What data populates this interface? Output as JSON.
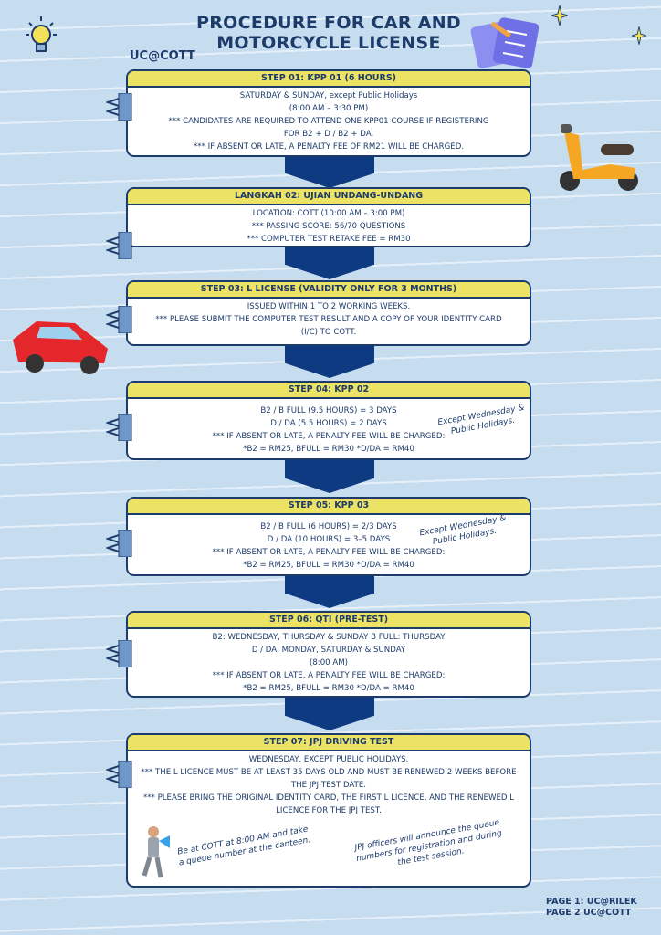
{
  "header": {
    "title": "PROCEDURE FOR CAR AND MOTORCYCLE LICENSE",
    "brand": "UC@COTT"
  },
  "steps": [
    {
      "title": "STEP 01: KPP 01 (6 HOURS)",
      "lines": [
        "SATURDAY & SUNDAY, except Public Holidays",
        "(8:00 AM – 3:30 PM)",
        "*** CANDIDATES ARE REQUIRED TO ATTEND ONE KPP01 COURSE IF REGISTERING",
        "FOR B2 + D / B2 + DA.",
        "*** IF ABSENT OR LATE, A PENALTY FEE OF RM21 WILL BE CHARGED."
      ]
    },
    {
      "title": "LANGKAH 02: UJIAN UNDANG-UNDANG",
      "lines": [
        "LOCATION: COTT (10:00 AM – 3:00 PM)",
        "*** PASSING SCORE: 56/70 QUESTIONS",
        "*** COMPUTER TEST RETAKE FEE = RM30"
      ]
    },
    {
      "title": "STEP 03: L LICENSE (VALIDITY ONLY FOR 3 MONTHS)",
      "lines": [
        "ISSUED WITHIN 1 TO 2 WORKING WEEKS.",
        "*** PLEASE SUBMIT THE COMPUTER TEST RESULT AND A COPY OF YOUR IDENTITY CARD",
        "(I/C) TO COTT."
      ]
    },
    {
      "title": "STEP 04: KPP 02",
      "lines": [
        "B2 / B FULL (9.5 HOURS) = 3 DAYS",
        "D / DA (5.5 HOURS) = 2 DAYS",
        "*** IF ABSENT OR LATE, A PENALTY FEE WILL BE CHARGED:",
        "*B2 = RM25, BFULL = RM30   *D/DA = RM40"
      ],
      "note": "Except Wednesday & Public Holidays."
    },
    {
      "title": "STEP 05: KPP 03",
      "lines": [
        "B2 / B FULL (6 HOURS) = 2/3 DAYS",
        "D / DA (10 HOURS) = 3–5 DAYS",
        "*** IF ABSENT OR LATE, A PENALTY FEE WILL BE CHARGED:",
        "*B2 = RM25, BFULL = RM30   *D/DA = RM40"
      ],
      "note": "Except Wednesday & Public Holidays."
    },
    {
      "title": "STEP 06: QTI (PRE-TEST)",
      "lines": [
        "B2: WEDNESDAY, THURSDAY & SUNDAY B FULL: THURSDAY",
        "D / DA: MONDAY, SATURDAY & SUNDAY",
        "(8:00 AM)",
        "*** IF ABSENT OR LATE, A PENALTY FEE WILL BE CHARGED:",
        "*B2 = RM25, BFULL = RM30   *D/DA = RM40"
      ]
    },
    {
      "title": "STEP 07: JPJ DRIVING TEST",
      "lines": [
        "WEDNESDAY, EXCEPT PUBLIC HOLIDAYS.",
        "*** THE L LICENCE MUST BE AT LEAST 35 DAYS OLD AND MUST BE RENEWED 2 WEEKS BEFORE",
        "THE JPJ TEST DATE.",
        "*** PLEASE BRING THE ORIGINAL IDENTITY CARD, THE FIRST L LICENCE, AND THE RENEWED L",
        "LICENCE FOR THE JPJ TEST."
      ],
      "note_left": "Be at COTT at 8:00 AM and take a queue number at the canteen.",
      "note_right": "JPJ officers will announce the queue numbers for registration and during the test session."
    }
  ],
  "footer": {
    "page1": "PAGE 1: UC@RILEK",
    "page2": "PAGE 2 UC@COTT"
  }
}
